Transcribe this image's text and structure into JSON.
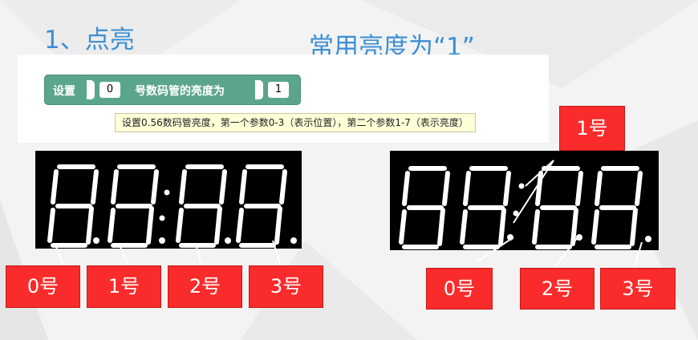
{
  "titles": {
    "left": "1、点亮",
    "right": "常用亮度为“1”"
  },
  "block": {
    "prefix": "设置",
    "field1": "0",
    "middle": "号数码管的亮度为",
    "field2": "1",
    "tooltip": "设置0.56数码管亮度，第一个参数0-3（表示位置），第二个参数1-7（表示亮度）"
  },
  "left_display": {
    "labels": [
      "0号",
      "1号",
      "2号",
      "3号"
    ]
  },
  "right_display": {
    "labels": [
      "0号",
      "1号",
      "2号",
      "3号"
    ]
  },
  "colors": {
    "title": "#3a8fd4",
    "block": "#5ba58c",
    "label": "#fa2b2b",
    "tooltip_bg": "#ffffd8"
  }
}
